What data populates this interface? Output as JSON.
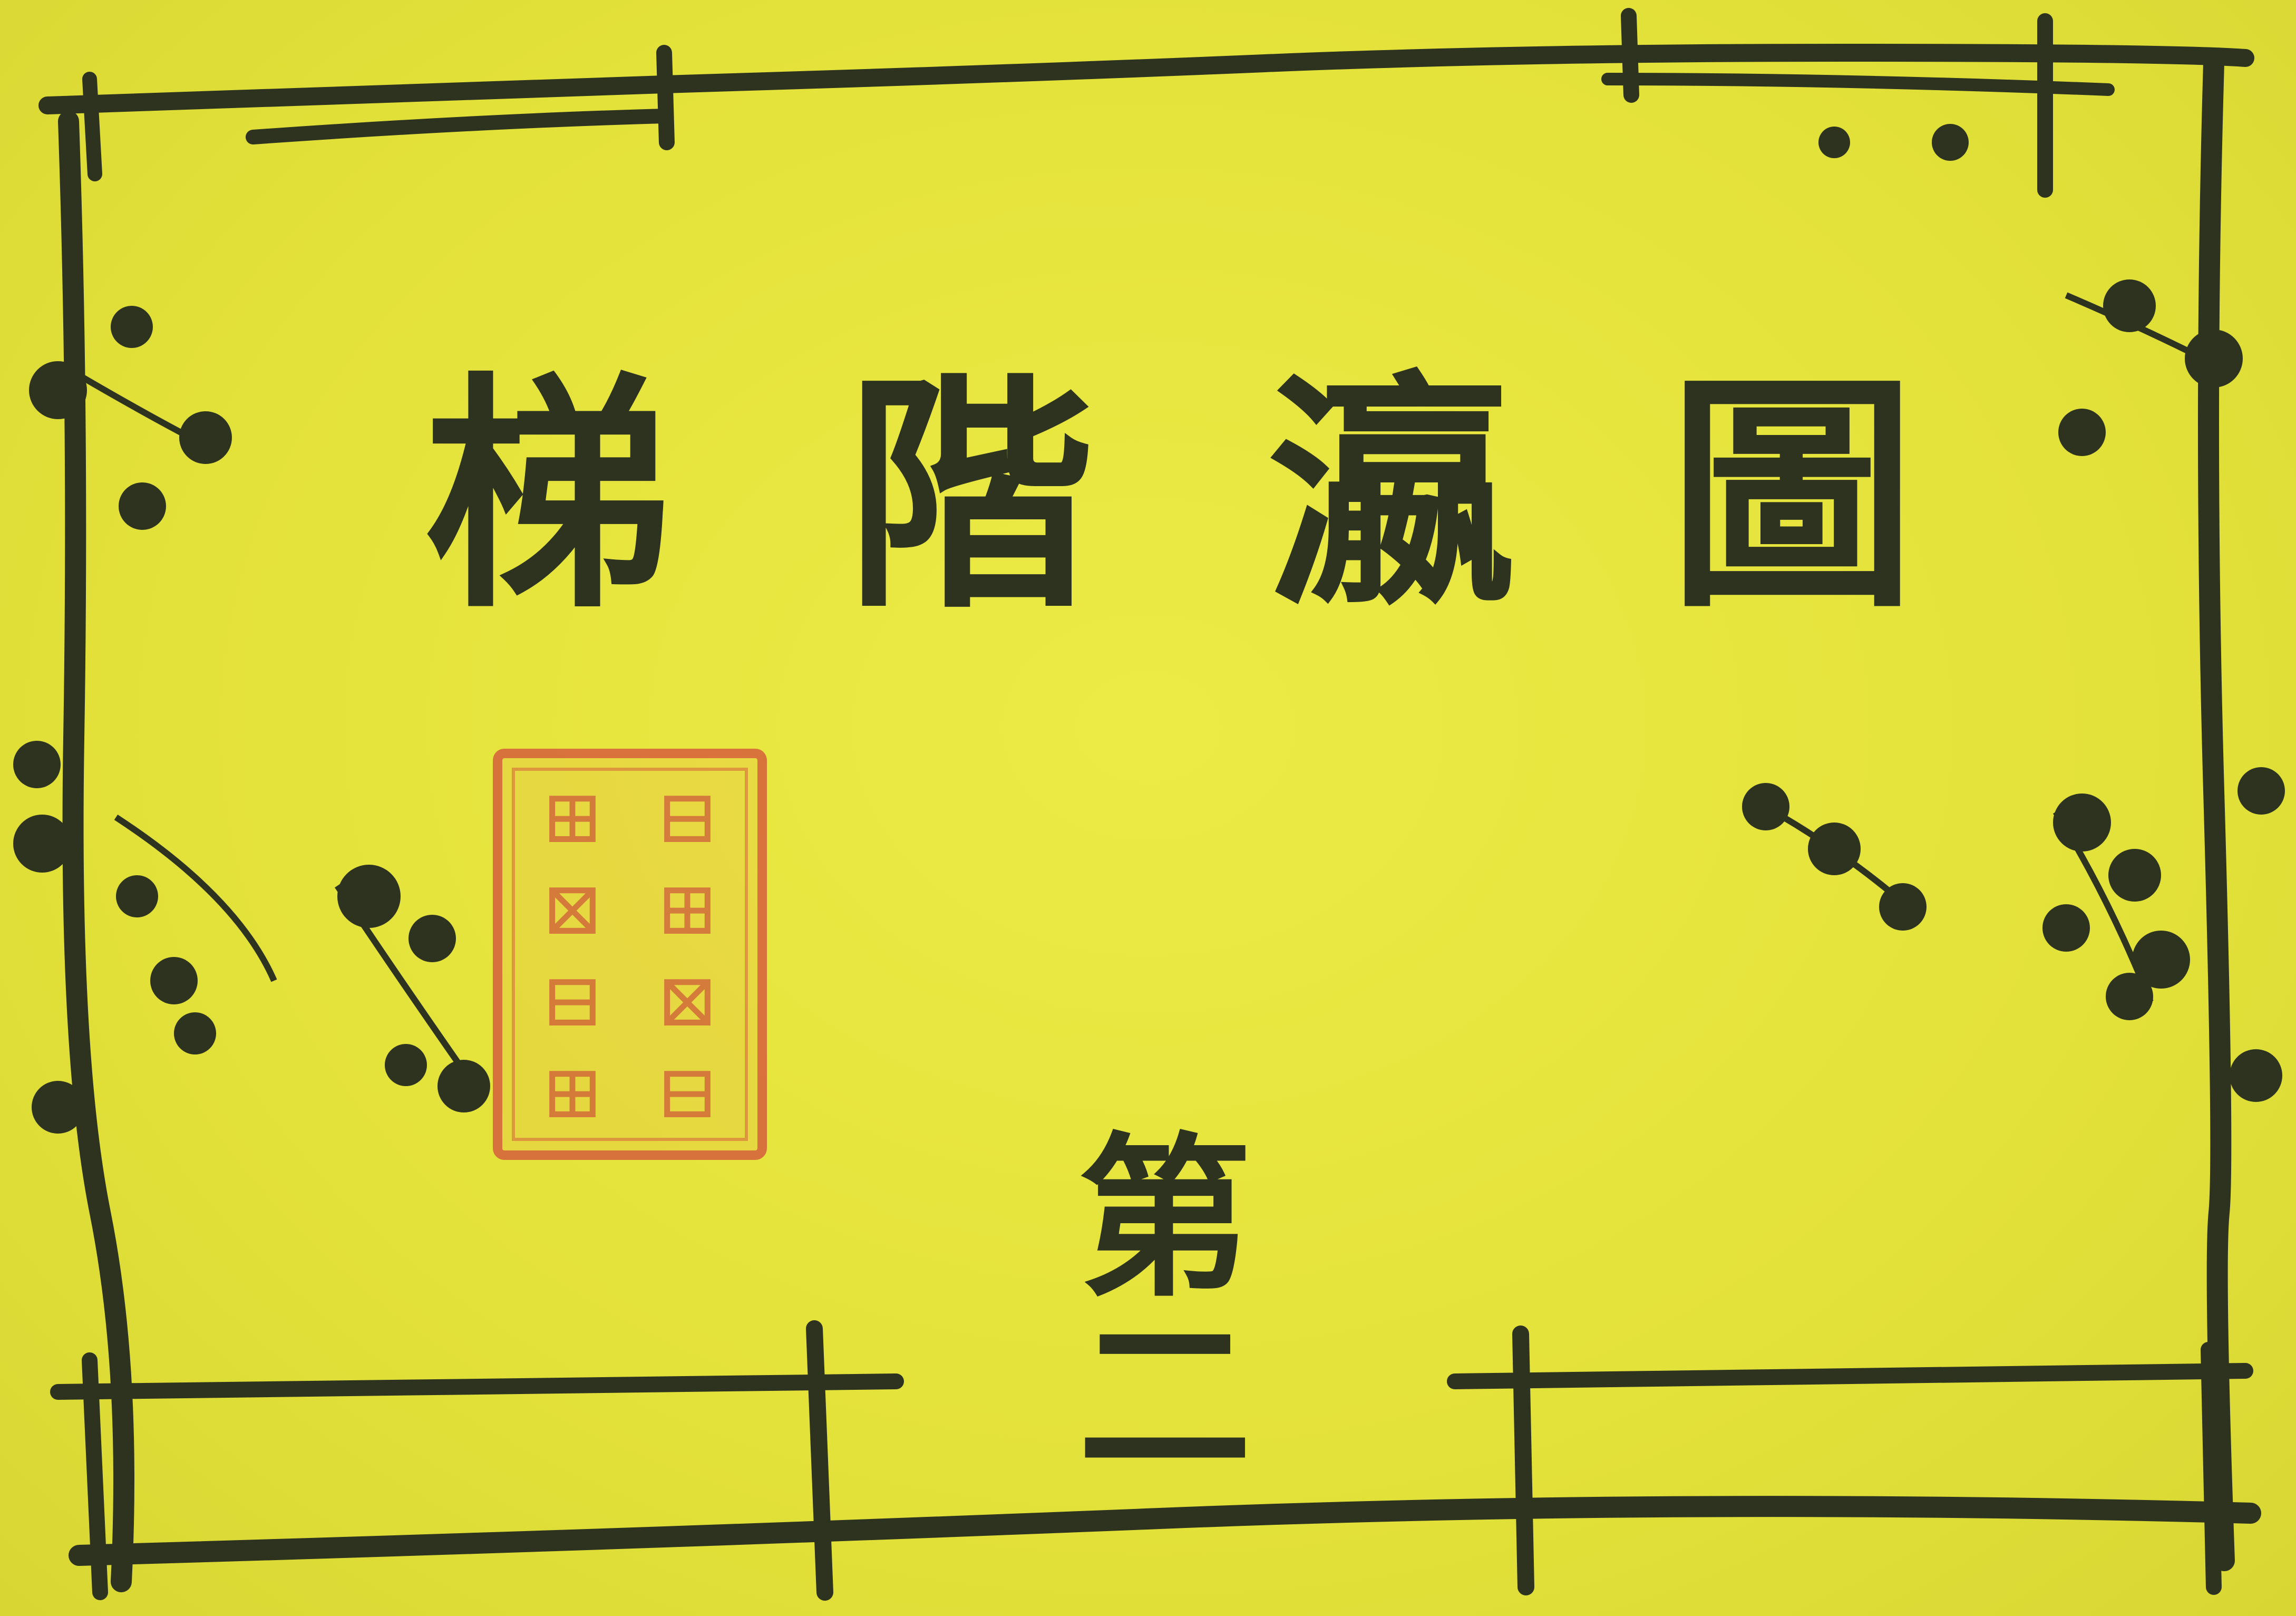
{
  "cover": {
    "title_chars": [
      "梯",
      "階",
      "瀛",
      "圖"
    ],
    "volume_chars": [
      "第",
      "二"
    ],
    "colors": {
      "paper": "#e6e53a",
      "ink": "#2e3320",
      "seal": "#d6603c"
    }
  },
  "seal": {
    "icon": "red-seal-stamp-icon"
  },
  "decoration": {
    "frame_icon": "bamboo-vine-frame-icon"
  }
}
